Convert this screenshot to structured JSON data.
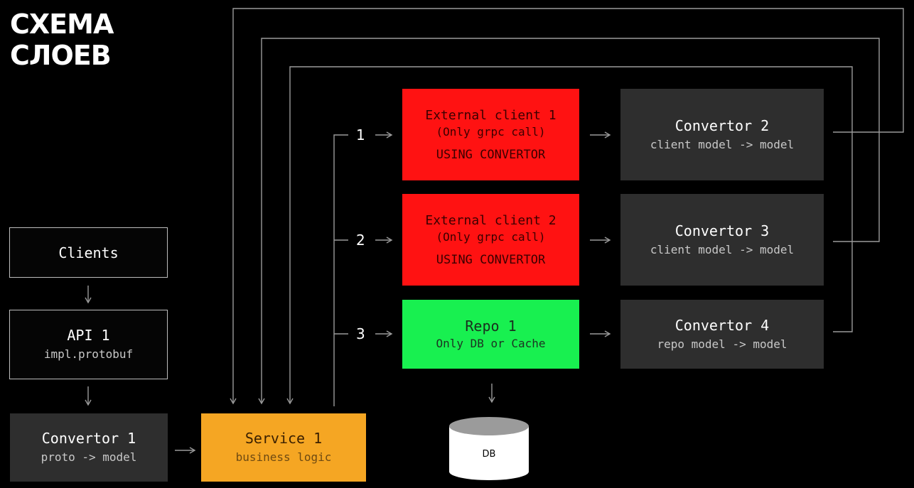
{
  "title": {
    "line1": "СХЕМА",
    "line2": "СЛОЕВ"
  },
  "nodes": {
    "clients": {
      "label": "Clients"
    },
    "api1": {
      "label": "API 1",
      "sub": "impl.protobuf"
    },
    "convertor1": {
      "label": "Convertor 1",
      "sub": "proto -> model"
    },
    "service1": {
      "label": "Service 1",
      "sub": "business logic"
    },
    "external1": {
      "label": "External client 1",
      "sub": "(Only grpc call)",
      "note": "USING CONVERTOR"
    },
    "external2": {
      "label": "External client 2",
      "sub": "(Only grpc call)",
      "note": "USING CONVERTOR"
    },
    "repo1": {
      "label": "Repo 1",
      "sub": "Only DB or Cache"
    },
    "convertor2": {
      "label": "Convertor 2",
      "sub": "client model -> model"
    },
    "convertor3": {
      "label": "Convertor 3",
      "sub": "client model -> model"
    },
    "convertor4": {
      "label": "Convertor 4",
      "sub": "repo model -> model"
    },
    "db": {
      "label": "DB"
    }
  },
  "branches": [
    "1",
    "2",
    "3"
  ],
  "colors": {
    "red": "#ff1212",
    "green": "#18f050",
    "orange": "#f5a623",
    "dark": "#2e2e2e",
    "line": "#9a9a9a"
  }
}
